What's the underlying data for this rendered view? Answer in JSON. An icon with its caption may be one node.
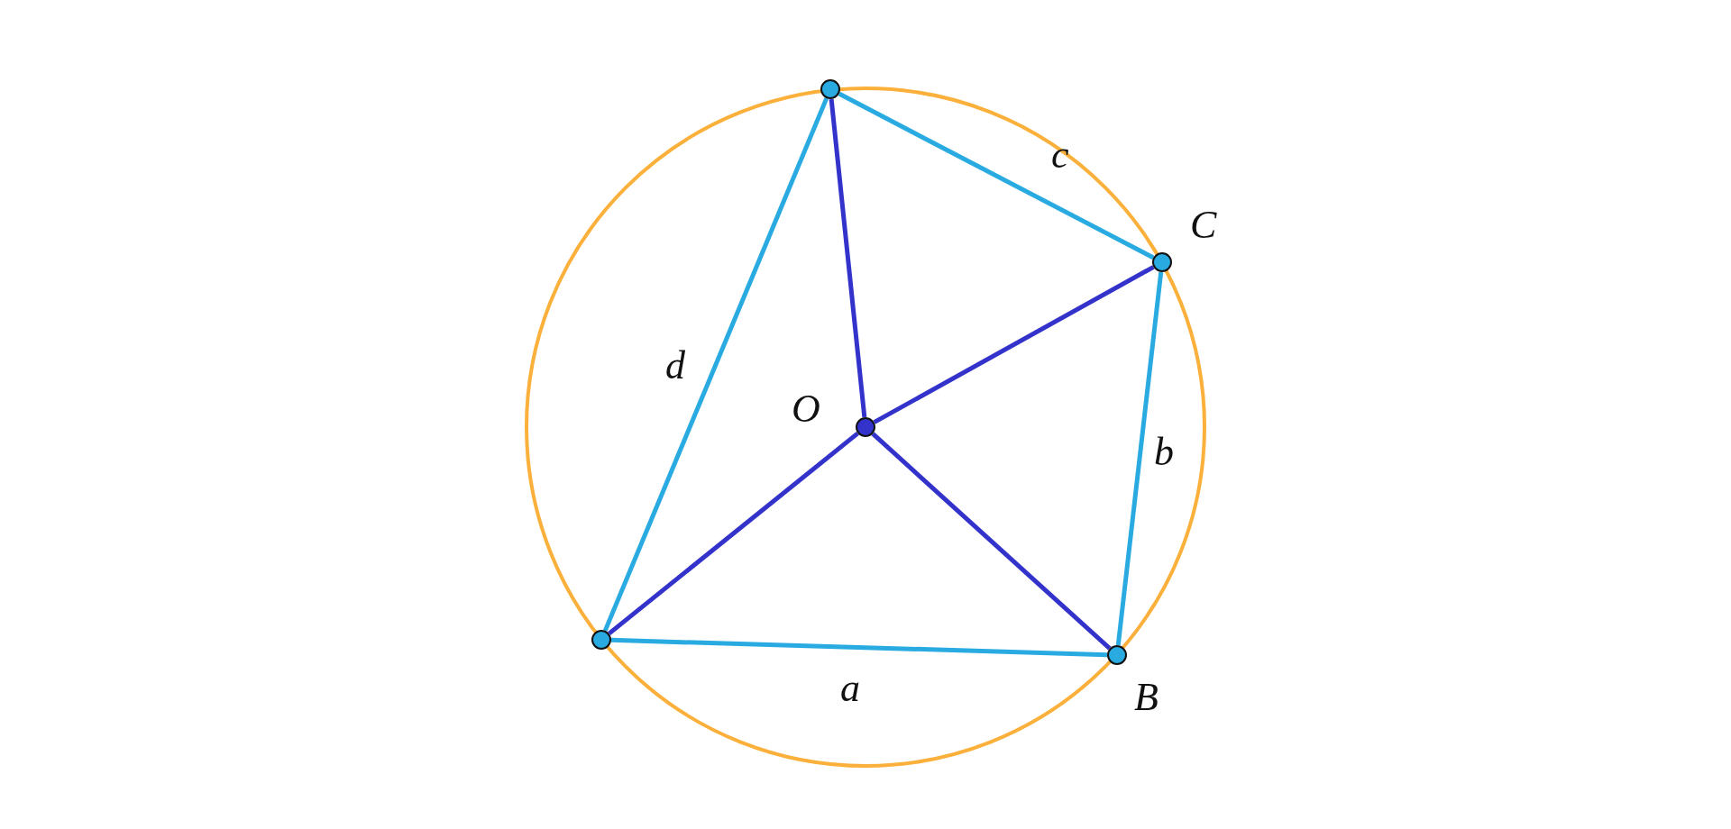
{
  "diagram": {
    "nodes": [
      {
        "text": [],
        "shape": "circle"
      },
      {
        "text": [],
        "shape": "circle",
        "beside": [
          "C"
        ]
      },
      {
        "text": [],
        "shape": "circle",
        "beside": [
          "O"
        ]
      },
      {
        "text": [],
        "shape": "circle"
      },
      {
        "text": [],
        "shape": "circle",
        "beside": [
          "B"
        ]
      }
    ],
    "edges": [
      {
        "from": 3,
        "to": 4,
        "arrow": "none",
        "label": "a",
        "color": "#29abe2"
      },
      {
        "from": 4,
        "to": 1,
        "arrow": "none",
        "label": "b",
        "color": "#29abe2"
      },
      {
        "from": 1,
        "to": 0,
        "arrow": "none",
        "label": "c",
        "color": "#29abe2"
      },
      {
        "from": 0,
        "to": 3,
        "arrow": "none",
        "label": "d",
        "color": "#29abe2"
      },
      {
        "from": 2,
        "to": 0,
        "arrow": "none",
        "color": "#3333cc"
      },
      {
        "from": 2,
        "to": 1,
        "arrow": "none",
        "color": "#3333cc"
      },
      {
        "from": 2,
        "to": 4,
        "arrow": "none",
        "color": "#3333cc"
      },
      {
        "from": 2,
        "to": 3,
        "arrow": "none",
        "color": "#3333cc"
      }
    ]
  }
}
